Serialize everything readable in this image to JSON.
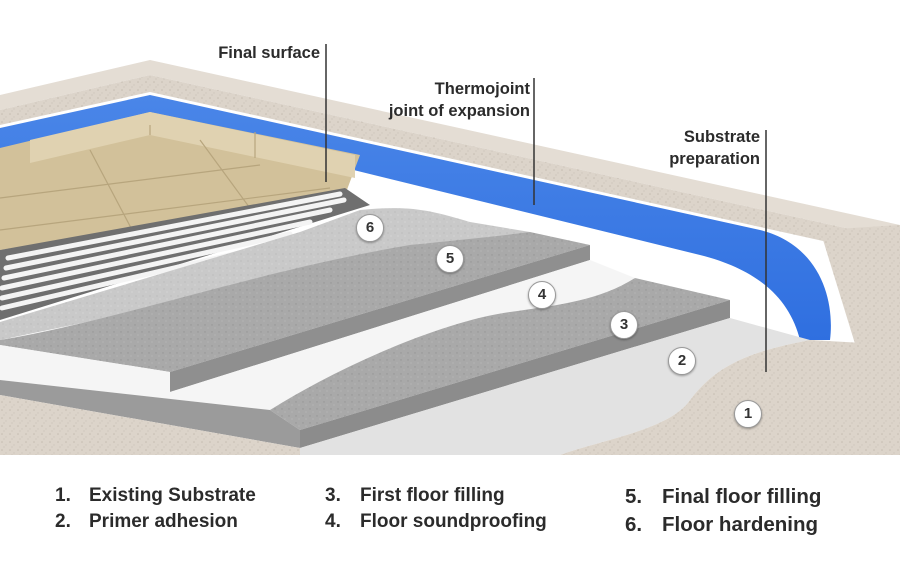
{
  "callouts": {
    "final_surface": "Final surface",
    "thermojoint_line1": "Thermojoint",
    "thermojoint_line2": "joint of expansion",
    "substrate_line1": "Substrate",
    "substrate_line2": "preparation"
  },
  "badges": [
    "1",
    "2",
    "3",
    "4",
    "5",
    "6"
  ],
  "legend": [
    {
      "num": "1.",
      "label": "Existing Substrate"
    },
    {
      "num": "2.",
      "label": "Primer adhesion"
    },
    {
      "num": "3.",
      "label": "First floor filling"
    },
    {
      "num": "4.",
      "label": "Floor soundproofing"
    },
    {
      "num": "5.",
      "label": "Final floor filling"
    },
    {
      "num": "6.",
      "label": "Floor hardening"
    }
  ],
  "colors": {
    "concrete": "#d8d0c6",
    "insulation_blue": "#3d7ee6",
    "tile": "#d6c6a2",
    "screed_grey": "#a7a7a7",
    "soundproof_white": "#f6f6f6"
  }
}
